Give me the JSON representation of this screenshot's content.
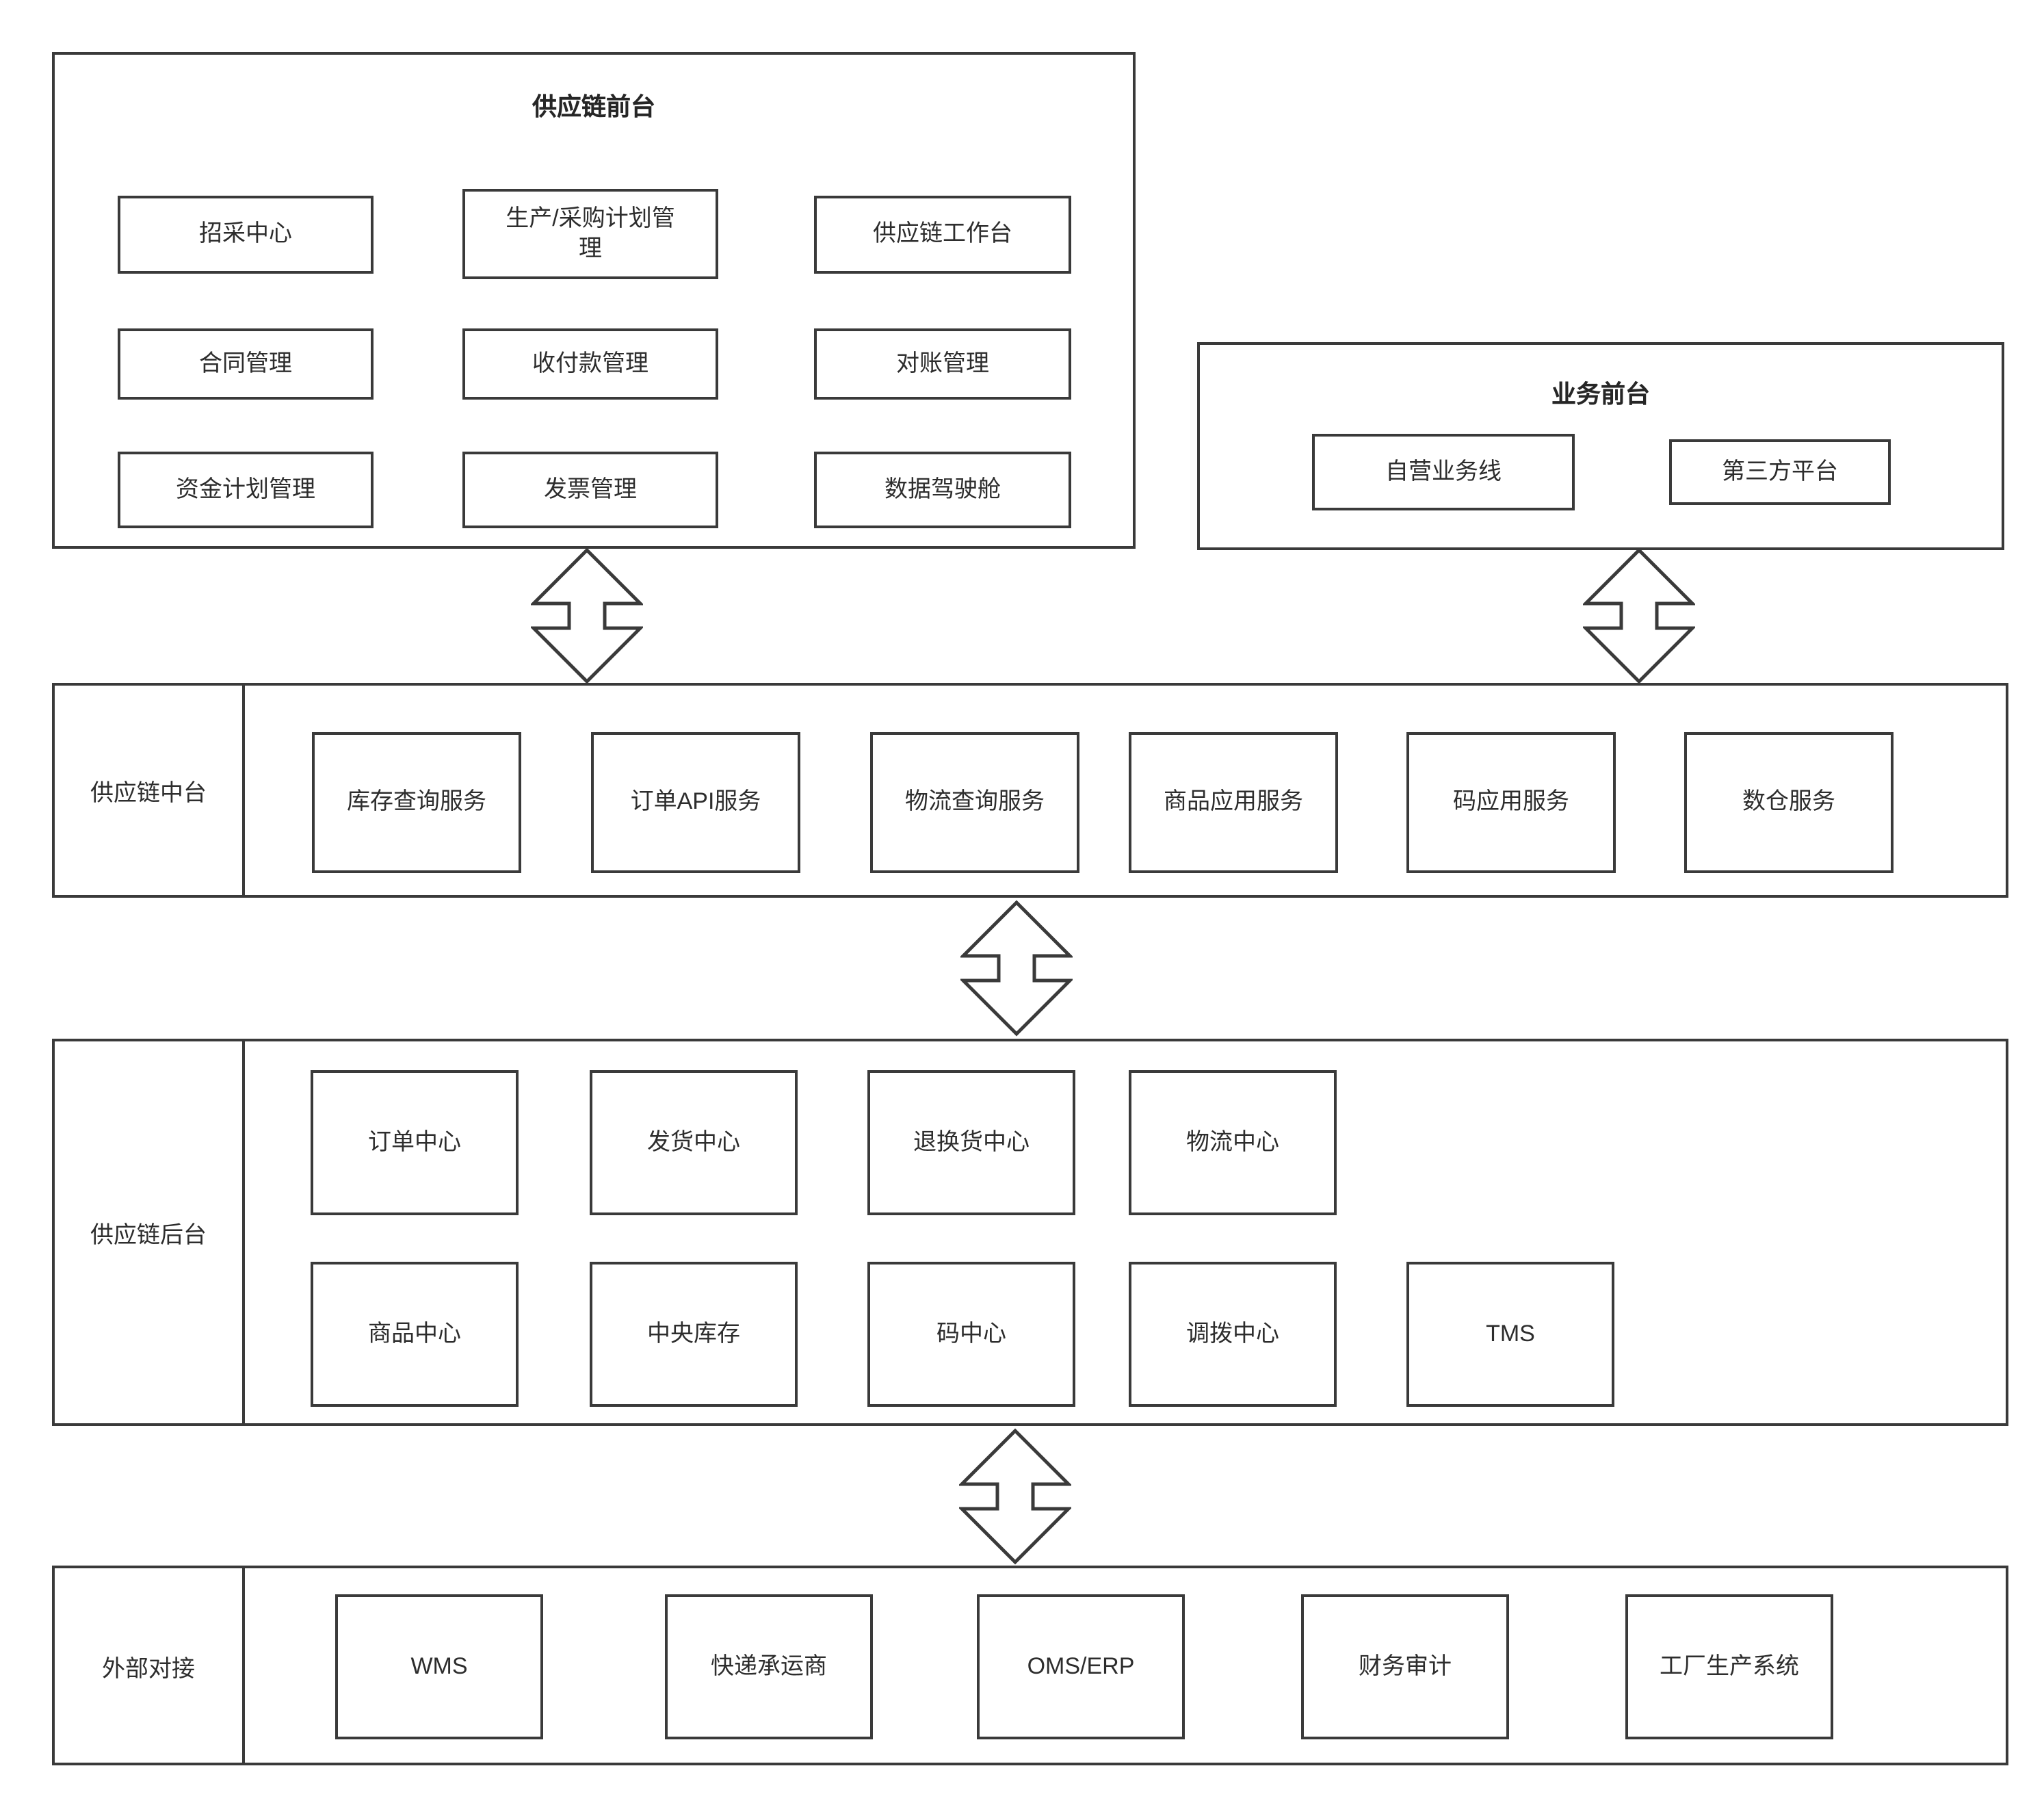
{
  "diagram": {
    "front_office": {
      "title": "供应链前台",
      "items": [
        "招采中心",
        "生产/采购计划管理",
        "供应链工作台",
        "合同管理",
        "收付款管理",
        "对账管理",
        "资金计划管理",
        "发票管理",
        "数据驾驶舱"
      ]
    },
    "business_front": {
      "title": "业务前台",
      "items": [
        "自营业务线",
        "第三方平台"
      ]
    },
    "middle_platform": {
      "label": "供应链中台",
      "items": [
        "库存查询服务",
        "订单API服务",
        "物流查询服务",
        "商品应用服务",
        "码应用服务",
        "数仓服务"
      ]
    },
    "back_office": {
      "label": "供应链后台",
      "row1": [
        "订单中心",
        "发货中心",
        "退换货中心",
        "物流中心"
      ],
      "row2": [
        "商品中心",
        "中央库存",
        "码中心",
        "调拨中心",
        "TMS"
      ]
    },
    "external": {
      "label": "外部对接",
      "items": [
        "WMS",
        "快递承运商",
        "OMS/ERP",
        "财务审计",
        "工厂生产系统"
      ]
    },
    "colors": {
      "line": "#3a3a3a",
      "text": "#2d2d2d",
      "background": "#ffffff"
    }
  }
}
